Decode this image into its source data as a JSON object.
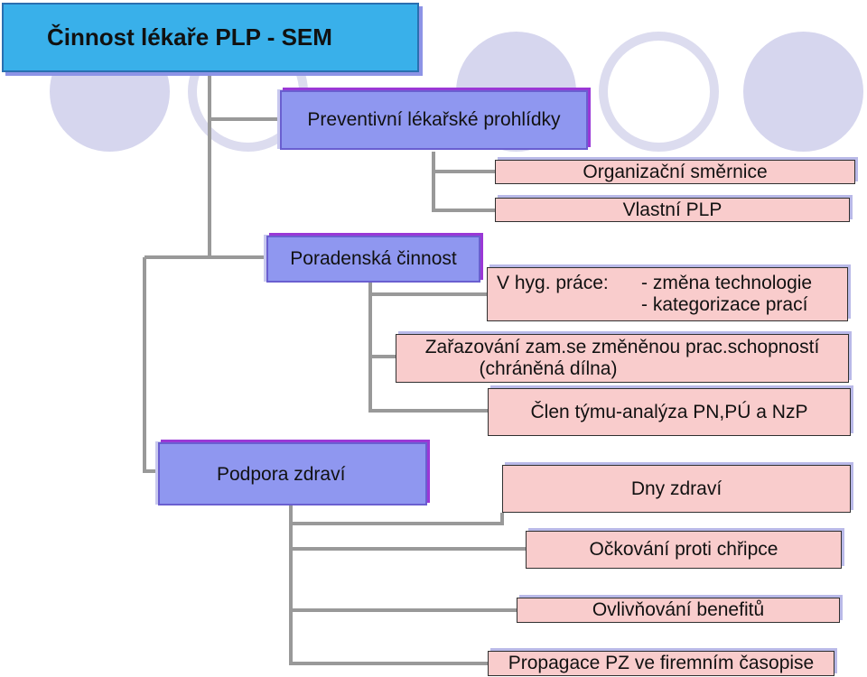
{
  "title": "Činnost lékaře PLP - SEM",
  "nodes": {
    "preventivni": "Preventivní lékařské prohlídky",
    "organizacni": "Organizační směrnice",
    "vlastni_plp": "Vlastní PLP",
    "poradenska": "Poradenská činnost",
    "vhyg_label": "V hyg. práce:",
    "vhyg_line1": "- změna technologie",
    "vhyg_line2": "- kategorizace prací",
    "zarazovani_line1": "Zařazování zam.se změněnou prac.schopností",
    "zarazovani_line2": "(chráněná dílna)",
    "clen": "Člen týmu-analýza PN,PÚ a NzP",
    "podpora": "Podpora zdraví",
    "dny": "Dny zdraví",
    "ockovani": "Očkování proti chřipce",
    "ovlivnovani": "Ovlivňování benefitů",
    "propagace": "Propagace PZ ve firemním časopise"
  },
  "colors": {
    "title_fill": "#39b0ea",
    "blue_fill": "#8f97f0",
    "pink_fill": "#f9cccc",
    "connector": "#999999"
  }
}
